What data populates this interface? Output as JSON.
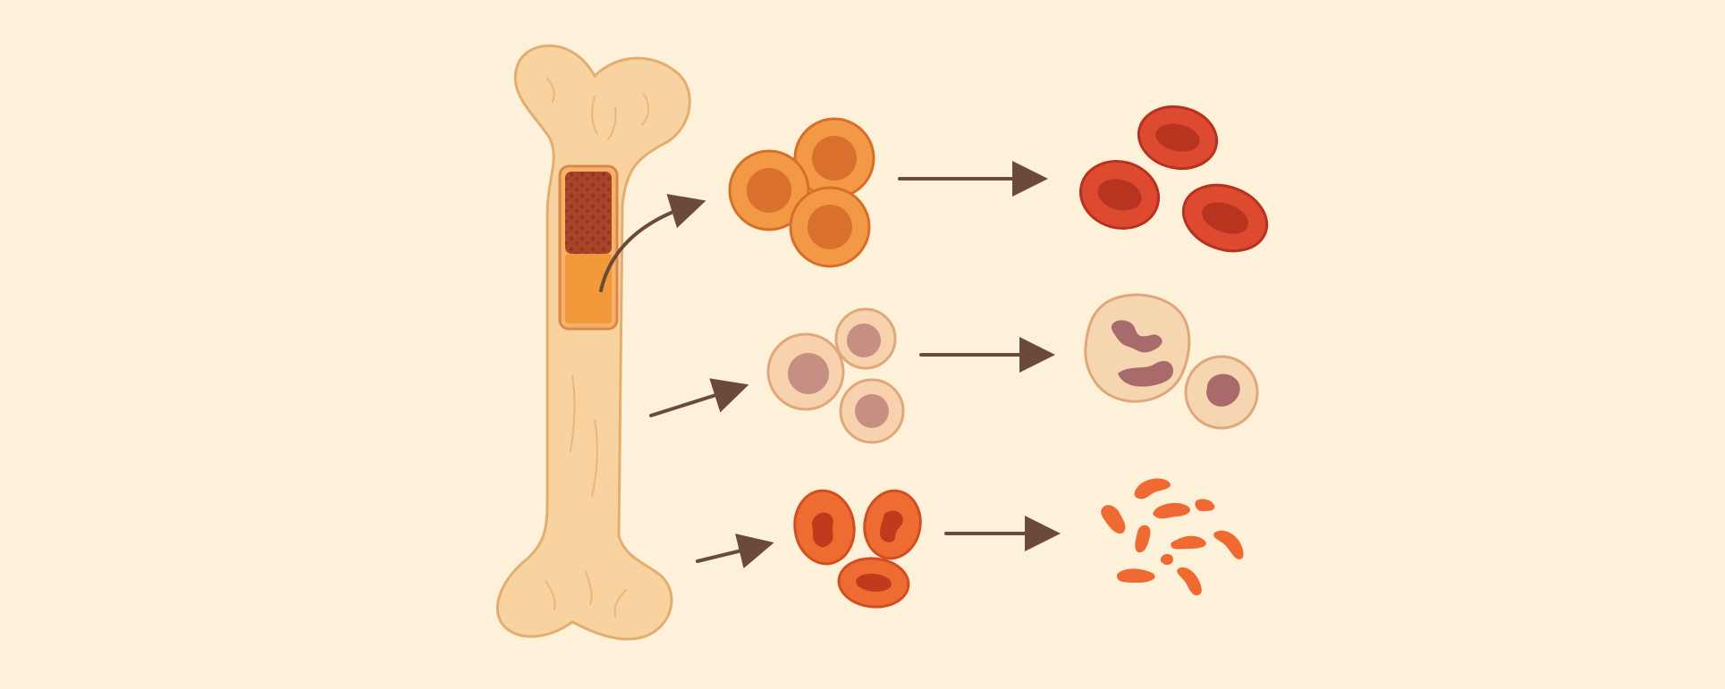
{
  "diagram": {
    "colors": {
      "background": "#fdf1da",
      "bone_fill": "#f8d39f",
      "bone_stroke": "#e4ad70",
      "red_marrow": "#a8442a",
      "yellow_marrow": "#f2993c",
      "arrow": "#6b4a3a",
      "myeloid_progenitor": "#f39845",
      "red_blood_cell": "#dd4a2f",
      "lymphoid_progenitor": "#f8d2ae",
      "white_blood_cell": "#f6d6b0",
      "nucleus_pale": "#c78f83",
      "megakaryocyte_cell": "#ee6b32",
      "platelet": "#ef6a32"
    },
    "source": {
      "name": "long-bone",
      "regions": [
        "red-marrow",
        "yellow-marrow"
      ],
      "icon": "bone-icon"
    },
    "lineages": [
      {
        "id": "top",
        "progenitor_icon": "orange-progenitor-cell-cluster-icon",
        "progenitor_count": 3,
        "product_icon": "red-blood-cell-icon",
        "product_count": 3
      },
      {
        "id": "middle",
        "progenitor_icon": "pale-progenitor-cell-cluster-icon",
        "progenitor_count": 3,
        "product_icon": "white-blood-cell-icon",
        "product_count": 2
      },
      {
        "id": "bottom",
        "progenitor_icon": "nucleated-red-cell-cluster-icon",
        "progenitor_count": 3,
        "product_icon": "platelet-icon",
        "product_count": 10
      }
    ]
  }
}
